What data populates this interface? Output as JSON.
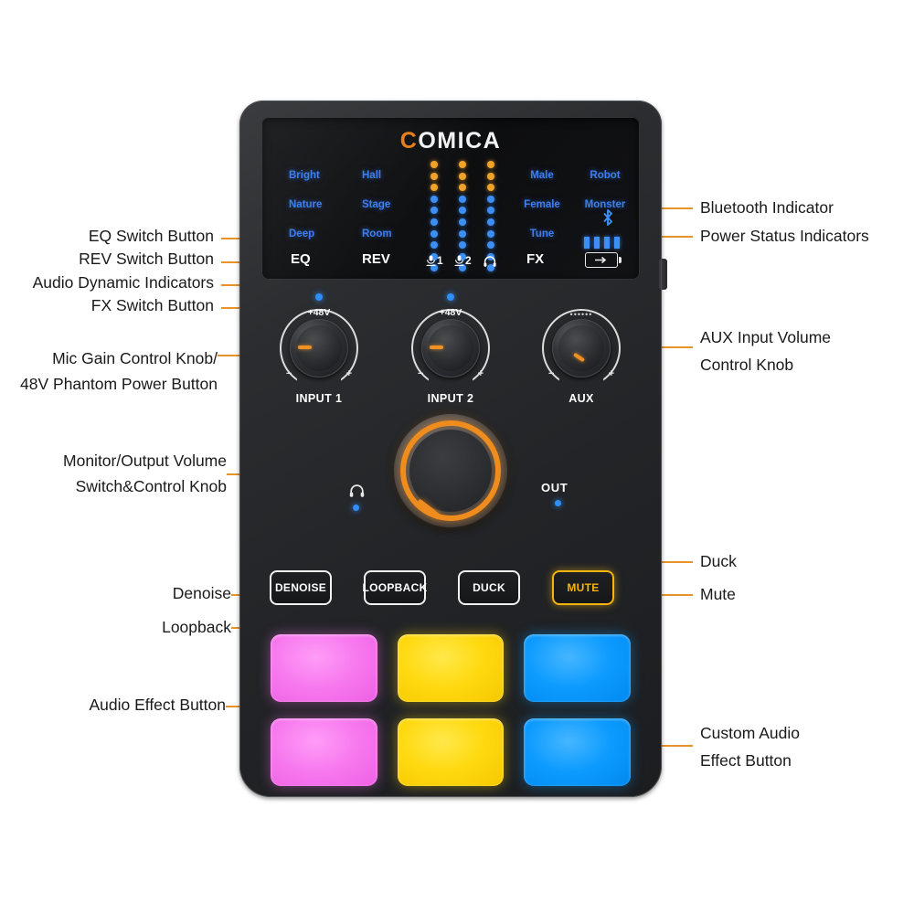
{
  "device": {
    "brand": "COMICA",
    "brand_first_letter": "C",
    "brand_rest": "OMICA"
  },
  "display": {
    "eq_presets": [
      "Bright",
      "Nature",
      "Deep"
    ],
    "rev_presets": [
      "Hall",
      "Stage",
      "Room"
    ],
    "fx_presets": [
      "Male",
      "Female",
      "Tune"
    ],
    "fx_presets2": [
      "Robot",
      "Monster"
    ],
    "eq_label": "EQ",
    "rev_label": "REV",
    "fx_label": "FX",
    "meter_labels": [
      "1",
      "2",
      ""
    ],
    "meter_icons": [
      "mic-icon",
      "mic-icon",
      "headphone-icon"
    ],
    "mic_glyph": "♈",
    "headphone_glyph": "∩",
    "bluetooth_glyph": "ᛦ",
    "battery_glyph": "←",
    "power_bars": 4,
    "meter_orange_dots": 3,
    "meter_blue_dots": 7
  },
  "knobs": [
    {
      "name": "INPUT 1",
      "phantom": "+48V",
      "minus": "−",
      "plus": "+"
    },
    {
      "name": "INPUT 2",
      "phantom": "+48V",
      "minus": "−",
      "plus": "+"
    },
    {
      "name": "AUX",
      "phantom": "",
      "minus": "−",
      "plus": "+"
    }
  ],
  "main_knob": {
    "headphone_glyph": "∩",
    "out_label": "OUT"
  },
  "buttons": [
    {
      "label": "DENOISE",
      "state": "off"
    },
    {
      "label": "LOOPBACK",
      "state": "off"
    },
    {
      "label": "DUCK",
      "state": "off"
    },
    {
      "label": "MUTE",
      "state": "active"
    }
  ],
  "pads": [
    {
      "color": "pink"
    },
    {
      "color": "yellow"
    },
    {
      "color": "blue"
    },
    {
      "color": "pink"
    },
    {
      "color": "yellow"
    },
    {
      "color": "blue"
    }
  ],
  "annotations": {
    "eq_switch": "EQ Switch Button",
    "rev_switch": "REV Switch Button",
    "audio_dynamic": "Audio Dynamic Indicators",
    "fx_switch": "FX Switch Button",
    "bluetooth": "Bluetooth Indicator",
    "power_status": "Power Status Indicators",
    "mic_gain_l1": "Mic Gain Control Knob/",
    "mic_gain_l2": "48V Phantom Power Button",
    "aux_l1": "AUX Input Volume",
    "aux_l2": "Control Knob",
    "monitor_l1": "Monitor/Output Volume",
    "monitor_l2": "Switch&Control Knob",
    "denoise": "Denoise",
    "loopback": "Loopback",
    "duck": "Duck",
    "mute": "Mute",
    "audio_effect": "Audio Effect Button",
    "custom_l1": "Custom Audio",
    "custom_l2": "Effect Button"
  },
  "colors": {
    "accent": "#e8932a",
    "display_blue": "#3d7ef0",
    "led_orange": "#f0a32a",
    "led_blue": "#3d8ef5",
    "mute_yellow": "#f5b50e"
  }
}
